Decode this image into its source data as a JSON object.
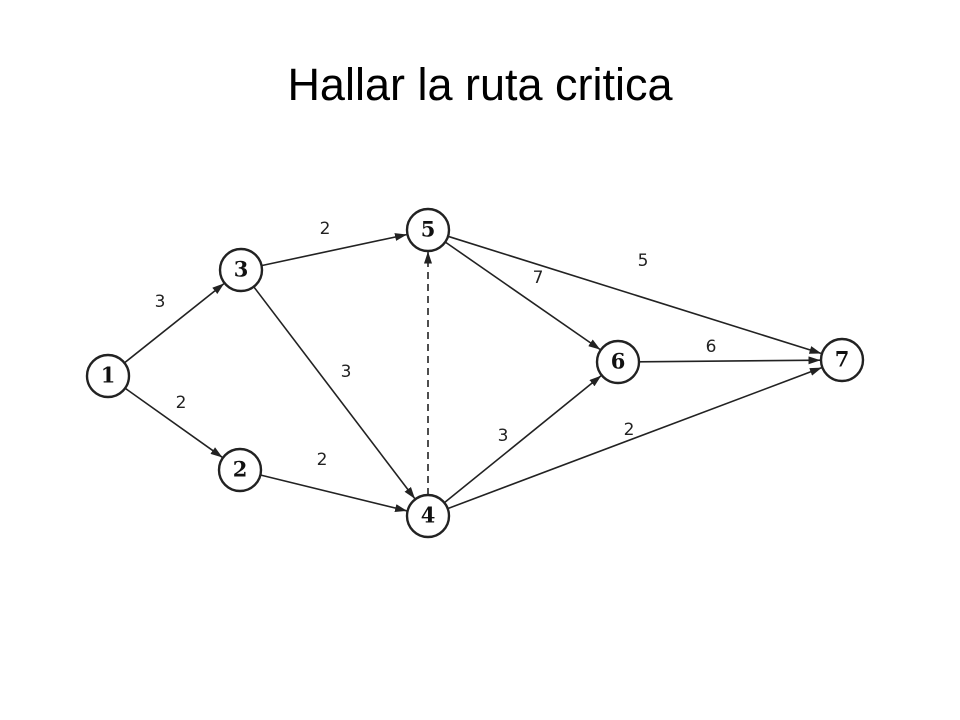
{
  "title": "Hallar la ruta critica",
  "nodes": [
    {
      "id": "1",
      "label": "1"
    },
    {
      "id": "2",
      "label": "2"
    },
    {
      "id": "3",
      "label": "3"
    },
    {
      "id": "4",
      "label": "4"
    },
    {
      "id": "5",
      "label": "5"
    },
    {
      "id": "6",
      "label": "6"
    },
    {
      "id": "7",
      "label": "7"
    }
  ],
  "edges": [
    {
      "from": "1",
      "to": "3",
      "weight": "3",
      "style": "solid"
    },
    {
      "from": "1",
      "to": "2",
      "weight": "2",
      "style": "solid"
    },
    {
      "from": "3",
      "to": "5",
      "weight": "2",
      "style": "solid"
    },
    {
      "from": "3",
      "to": "4",
      "weight": "3",
      "style": "solid"
    },
    {
      "from": "2",
      "to": "4",
      "weight": "2",
      "style": "solid"
    },
    {
      "from": "4",
      "to": "5",
      "weight": "",
      "style": "dashed"
    },
    {
      "from": "5",
      "to": "6",
      "weight": "7",
      "style": "solid"
    },
    {
      "from": "5",
      "to": "7",
      "weight": "5",
      "style": "solid"
    },
    {
      "from": "4",
      "to": "6",
      "weight": "3",
      "style": "solid"
    },
    {
      "from": "6",
      "to": "7",
      "weight": "6",
      "style": "solid"
    },
    {
      "from": "4",
      "to": "7",
      "weight": "2",
      "style": "solid"
    }
  ],
  "colors": {
    "stroke": "#222222",
    "text": "#000000",
    "background": "#ffffff"
  }
}
